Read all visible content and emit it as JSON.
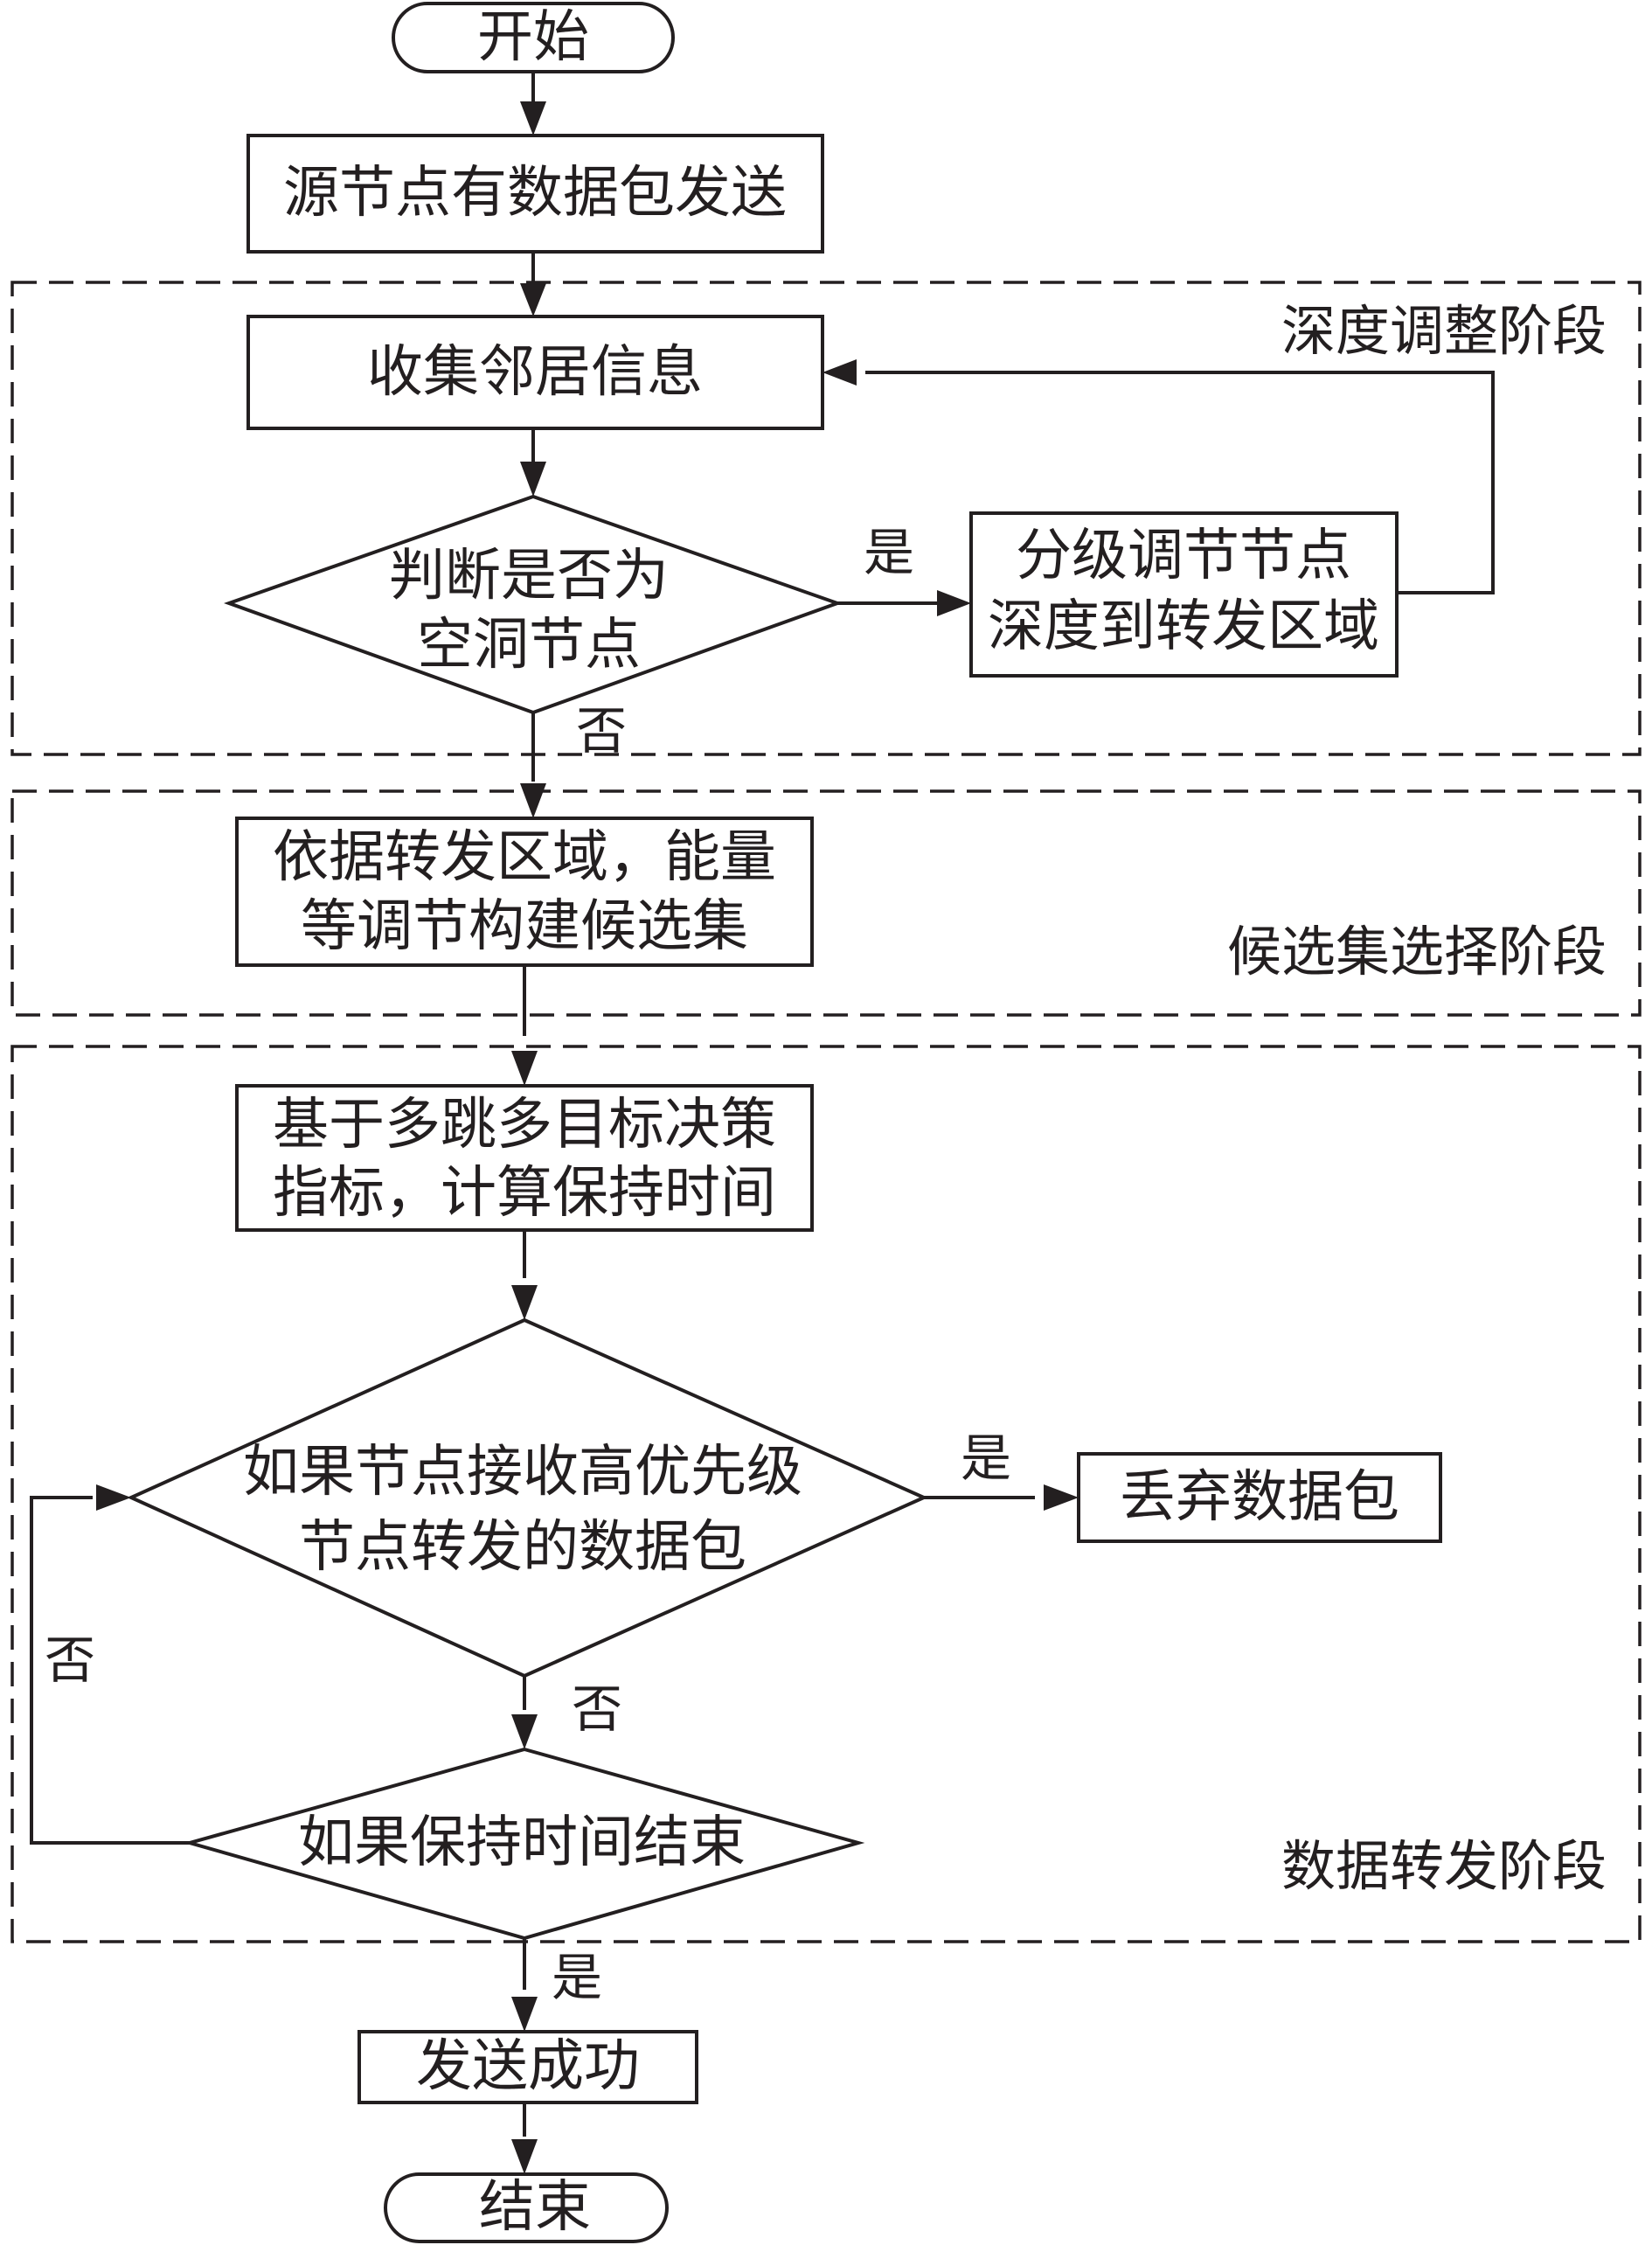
{
  "stages": {
    "depth": "深度调整阶段",
    "candidate": "候选集选择阶段",
    "forward": "数据转发阶段"
  },
  "nodes": {
    "start": "开始",
    "source": "源节点有数据包发送",
    "collect": "收集邻居信息",
    "void_check": [
      "判断是否为",
      "空洞节点"
    ],
    "adjust": [
      "分级调节节点",
      "深度到转发区域"
    ],
    "build": [
      "依据转发区域，能量",
      "等调节构建候选集"
    ],
    "compute": [
      "基于多跳多目标决策",
      "指标，计算保持时间"
    ],
    "recv_check": [
      "如果节点接收高优先级",
      "节点转发的数据包"
    ],
    "discard": "丢弃数据包",
    "timeout_check": "如果保持时间结束",
    "success": "发送成功",
    "end": "结束"
  },
  "edges": {
    "void_yes": "是",
    "void_no": "否",
    "recv_yes": "是",
    "recv_no": "否",
    "timeout_no": "否",
    "timeout_yes": "是"
  }
}
